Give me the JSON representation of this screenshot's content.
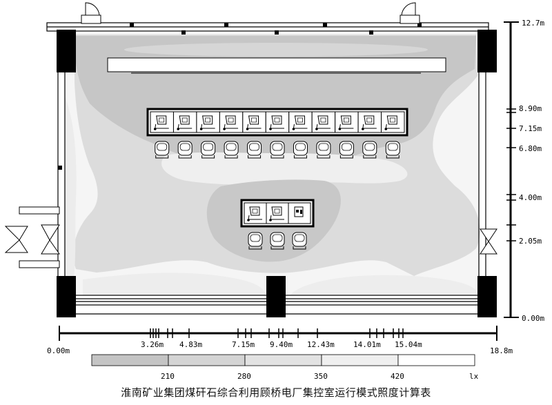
{
  "caption": "淮南矿业集团煤矸石综合利用顾桥电厂集控室运行模式照度计算表",
  "x_axis": {
    "start_label": "0.00m",
    "end_label": "18.8m",
    "labels": [
      "3.26m",
      "4.83m",
      "7.15m",
      "9.40m",
      "12.43m",
      "14.01m",
      "15.04m"
    ]
  },
  "y_axis": {
    "top_label": "12.7m",
    "bottom_label": "0.00m",
    "labels": [
      "8.90m",
      "7.15m",
      "6.80m",
      "4.00m",
      "2.05m"
    ]
  },
  "legend": {
    "values": [
      "210",
      "280",
      "350",
      "420"
    ],
    "unit": "lx",
    "colors": [
      "#c4c4c4",
      "#d4d4d4",
      "#e2e2e2",
      "#efefef",
      "#ffffff"
    ]
  },
  "consoles": {
    "upper_count": 11,
    "lower_count": 3
  }
}
